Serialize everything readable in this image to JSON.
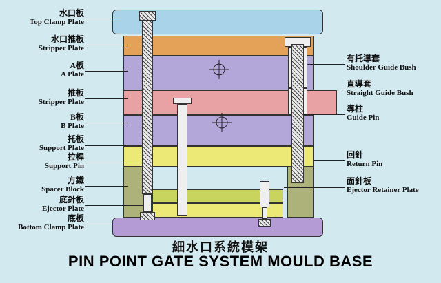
{
  "title": {
    "cn": "細水口系統模架",
    "en": "PIN POINT GATE SYSTEM MOULD BASE"
  },
  "left_labels": [
    {
      "cn": "水口板",
      "en": "Top Clamp Plate"
    },
    {
      "cn": "水口推板",
      "en": "Stripper Plate"
    },
    {
      "cn": "A板",
      "en": "A Plate"
    },
    {
      "cn": "推板",
      "en": "Stripper Plate"
    },
    {
      "cn": "B板",
      "en": "B Plate"
    },
    {
      "cn": "托板",
      "en": "Support Plate"
    },
    {
      "cn": "拉桿",
      "en": "Support Pin"
    },
    {
      "cn": "方鐵",
      "en": "Spacer Block"
    },
    {
      "cn": "底針板",
      "en": "Ejector Plate"
    },
    {
      "cn": "底板",
      "en": "Bottom Clamp Plate"
    }
  ],
  "right_labels": [
    {
      "cn": "有托導套",
      "en": "Shoulder Guide Bush"
    },
    {
      "cn": "直導套",
      "en": "Straight Guide Bush"
    },
    {
      "cn": "導柱",
      "en": "Guide Pin"
    },
    {
      "cn": "回針",
      "en": "Return Pin"
    },
    {
      "cn": "面針板",
      "en": "Ejector Retainer Plate"
    }
  ],
  "colors": {
    "background": "#d3e9f0",
    "top_clamp_plate": "#a9d3e9",
    "stripper_plate_top": "#e3a257",
    "a_plate": "#b3a7d9",
    "stripper_plate_mid": "#e9a2a4",
    "b_plate": "#b3a7d9",
    "support_plate": "#ece977",
    "spacer_block": "#adb27b",
    "ejector_retainer_plate": "#c9d45f",
    "ejector_plate": "#ece977",
    "bottom_clamp_plate": "#b59bd6",
    "outline": "#222222"
  }
}
